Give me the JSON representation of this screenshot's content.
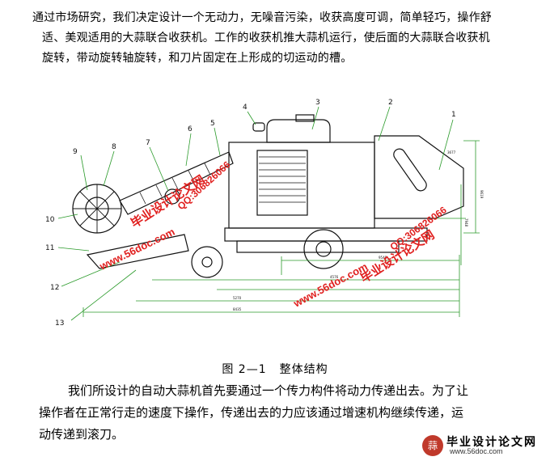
{
  "intro_lines": [
    "通过市场研究，我们决定设计一个无动力，无噪音污染，收获高度可调，简单轻巧，操作舒",
    "适、美观适用的大蒜联合收获机。工作的收获机推大蒜机运行，使后面的大蒜联合收获机",
    "旋转，带动旋转轴旋转，和刀片固定在上形成的切运动的槽。"
  ],
  "figure": {
    "part_numbers": [
      "1",
      "2",
      "3",
      "4",
      "5",
      "6",
      "7",
      "8",
      "9",
      "10",
      "11",
      "12",
      "13"
    ],
    "dimension_labels": [
      "3677",
      "9619",
      "7948",
      "9548",
      "4576",
      "5270",
      "8435"
    ],
    "watermarks": [
      "毕业设计论文网",
      "QQ:306826066",
      "www.56doc.com",
      "QQ:306826066",
      "毕业设计论文网",
      "www.56doc.com"
    ]
  },
  "caption": {
    "label": "图 2—1",
    "title": "整体结构"
  },
  "body_lines": [
    "我们所设计的自动大蒜机首先要通过一个传力构件将动力传递出去。为了让",
    "操作者在正常行走的速度下操作，传递出去的力应该通过增速机构继续传递，运",
    "动传递到滚刀。"
  ],
  "logo": {
    "title": "毕业设计论文网",
    "url": "www.56doc.com",
    "mark": "蒜"
  },
  "colors": {
    "drawing": "#111111",
    "dimension": "#2a9a2a",
    "leader": "#2a9a2a",
    "watermark": "#e0201f",
    "mark_red": "#d52b2b"
  }
}
